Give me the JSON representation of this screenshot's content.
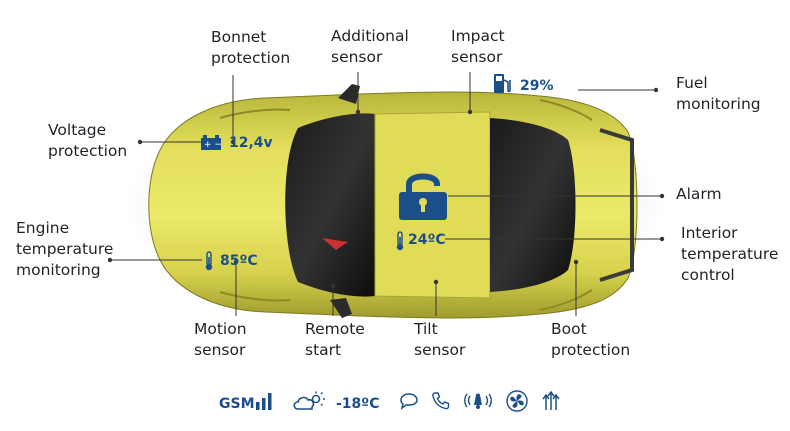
{
  "labels": {
    "bonnet": [
      "Bonnet",
      "protection"
    ],
    "additional": [
      "Additional",
      "sensor"
    ],
    "impact": [
      "Impact",
      "sensor"
    ],
    "fuel": [
      "Fuel",
      "monitoring"
    ],
    "voltage": [
      "Voltage",
      "protection"
    ],
    "alarm": [
      "Alarm"
    ],
    "engine": [
      "Engine",
      "temperature",
      "monitoring"
    ],
    "interior": [
      "Interior",
      "temperature",
      "control"
    ],
    "motion": [
      "Motion",
      "sensor"
    ],
    "remote": [
      "Remote",
      "start"
    ],
    "tilt": [
      "Tilt",
      "sensor"
    ],
    "boot": [
      "Boot",
      "protection"
    ]
  },
  "readouts": {
    "voltage": "12,4v",
    "fuel": "29%",
    "engine_temp": "85ºC",
    "interior_temp": "24ºC"
  },
  "status_bar": {
    "gsm": "GSM",
    "outside_temp": "-18ºC"
  },
  "colors": {
    "car_body": "#d9d64a",
    "accent": "#1b4f8a",
    "line": "#333333"
  },
  "icons": [
    "battery-icon",
    "fuel-pump-icon",
    "padlock-icon",
    "thermometer-icon",
    "signal-bars-icon",
    "weather-icon",
    "chat-icon",
    "phone-icon",
    "vibration-icon",
    "fan-icon",
    "heat-icon"
  ]
}
